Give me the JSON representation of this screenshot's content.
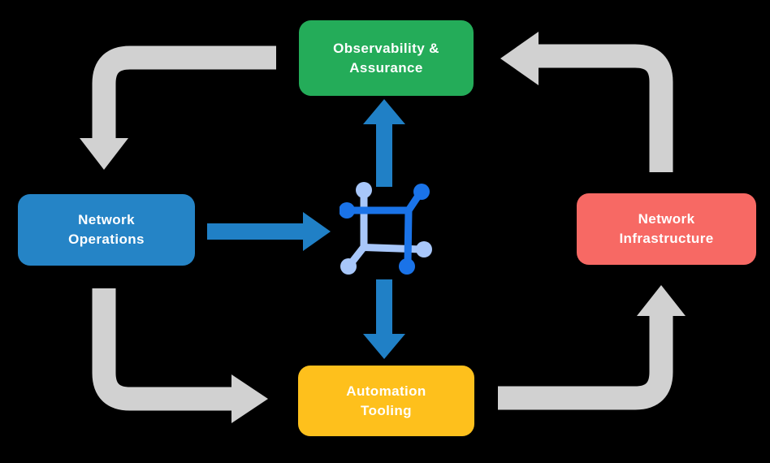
{
  "canvas": {
    "background": "#000000"
  },
  "colors": {
    "cycle_arrow": "#d1d1d1",
    "flow_arrow": "#2080c6",
    "icon_dark_blue": "#1a73e8",
    "icon_light_blue": "#a8c7fa",
    "label_text": "#ffffff"
  },
  "nodes": {
    "observability": {
      "label": "Observability &\nAssurance",
      "color": "#24ac59"
    },
    "operations": {
      "label": "Network\nOperations",
      "color": "#2584c6"
    },
    "infrastructure": {
      "label": "Network\nInfrastructure",
      "color": "#f76964"
    },
    "automation": {
      "label": "Automation\nTooling",
      "color": "#fec01c"
    }
  },
  "center_icon": "network-mesh-icon"
}
